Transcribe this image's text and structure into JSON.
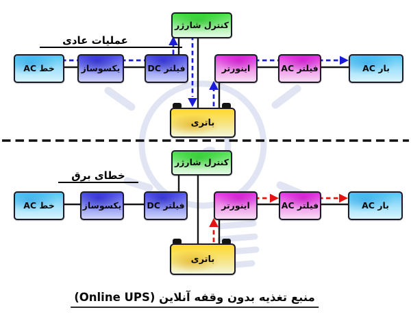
{
  "caption": "منبع تغذیه بدون وقفه آنلاین (Online UPS)",
  "colors": {
    "normal_flow_arrow": "#1b1bd8",
    "failure_flow_arrow": "#e61212",
    "box_blue": "#5355e9",
    "box_magenta": "#e136e1",
    "box_cyan": "#55c5f4",
    "box_green": "#47e447",
    "box_yellow": "#ffd92e",
    "line_color": "#161616"
  },
  "top_diagram": {
    "heading": "عملیات عادی",
    "charger_label": "کنترل شارژر",
    "battery_label": "باتری",
    "boxes": [
      {
        "id": "ac-line",
        "label": "خط AC"
      },
      {
        "id": "rectifier",
        "label": "یکسوساز"
      },
      {
        "id": "dc-filter",
        "label": "فیلتر DC"
      },
      {
        "id": "inverter",
        "label": "اینورتر"
      },
      {
        "id": "ac-filter",
        "label": "فیلتر AC"
      },
      {
        "id": "ac-load",
        "label": "بار AC"
      }
    ]
  },
  "bottom_diagram": {
    "heading": "خطای برق",
    "charger_label": "کنترل شارژر",
    "battery_label": "باتری",
    "boxes": [
      {
        "id": "ac-line",
        "label": "خط AC"
      },
      {
        "id": "rectifier",
        "label": "یکسوساز"
      },
      {
        "id": "dc-filter",
        "label": "فیلتر DC"
      },
      {
        "id": "inverter",
        "label": "اینورتر"
      },
      {
        "id": "ac-filter",
        "label": "فیلتر AC"
      },
      {
        "id": "ac-load",
        "label": "بار AC"
      }
    ]
  }
}
